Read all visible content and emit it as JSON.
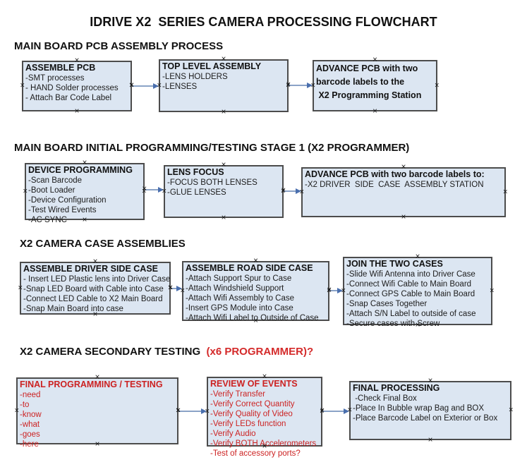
{
  "title": "IDRIVE X2  SERIES CAMERA PROCESSING FLOWCHART",
  "handle_glyph": "×",
  "colors": {
    "background": "#ffffff",
    "box_fill": "#dce6f2",
    "box_border": "#4c4c4c",
    "arrow_line": "#8ba3c7",
    "arrow_head": "#4a6fae",
    "red_text": "#cc2222",
    "heading_red": "#d42a2a",
    "text": "#111111"
  },
  "sections": [
    {
      "heading": {
        "black": "MAIN BOARD PCB ASSEMBLY PROCESS",
        "red": ""
      },
      "boxes": [
        {
          "color": "black",
          "title_lines": [
            "ASSEMBLE PCB"
          ],
          "lines": [
            "-SMT processes",
            "- HAND Solder processes",
            "- Attach Bar Code Label"
          ]
        },
        {
          "color": "black",
          "title_lines": [
            "TOP LEVEL ASSEMBLY"
          ],
          "lines": [
            "-LENS HOLDERS",
            "-LENSES"
          ]
        },
        {
          "color": "black",
          "title_lines": [
            "ADVANCE PCB with two",
            "barcode labels to the",
            " X2 Programming Station"
          ],
          "lines": []
        }
      ]
    },
    {
      "heading": {
        "black": "MAIN BOARD INITIAL PROGRAMMING/TESTING STAGE 1 (X2 PROGRAMMER)",
        "red": ""
      },
      "boxes": [
        {
          "color": "black",
          "title_lines": [
            "DEVICE PROGRAMMING"
          ],
          "lines": [
            "-Scan Barcode",
            "-Boot Loader",
            "-Device Configuration",
            "-Test Wired Events",
            "-AC SYNC"
          ]
        },
        {
          "color": "black",
          "title_lines": [
            "LENS FOCUS"
          ],
          "lines": [
            "-FOCUS BOTH LENSES",
            "-GLUE LENSES"
          ]
        },
        {
          "color": "black",
          "title_lines": [
            "ADVANCE PCB with two barcode labels to:"
          ],
          "lines": [
            "-X2 DRIVER  SIDE  CASE  ASSEMBLY STATION"
          ]
        }
      ]
    },
    {
      "heading": {
        "black": "X2 CAMERA CASE ASSEMBLIES",
        "red": ""
      },
      "boxes": [
        {
          "color": "black",
          "title_lines": [
            "ASSEMBLE DRIVER SIDE CASE"
          ],
          "lines": [
            "- Insert LED Plastic lens into Driver Case",
            "-Snap LED Board with Cable into Case",
            "-Connect LED Cable to X2 Main Board",
            "-Snap Main Board into case"
          ]
        },
        {
          "color": "black",
          "title_lines": [
            "ASSEMBLE ROAD SIDE CASE"
          ],
          "lines": [
            "-Attach Support Spur to Case",
            "-Attach Windshield Support",
            "-Attach Wifi Assembly to Case",
            "-Insert GPS Module into Case",
            "-Attach Wifi Label to Outside of Case"
          ]
        },
        {
          "color": "black",
          "title_lines": [
            "JOIN THE TWO CASES"
          ],
          "lines": [
            "-Slide Wifi Antenna into Driver Case",
            "-Connect Wifi Cable to Main Board",
            "-Connect GPS Cable to Main Board",
            "-Snap Cases Together",
            "-Attach S/N Label to outside of case",
            "-Secure cases with Screw"
          ]
        }
      ]
    },
    {
      "heading": {
        "black": "X2 CAMERA SECONDARY TESTING ",
        "red": " (x6 PROGRAMMER)?"
      },
      "boxes": [
        {
          "color": "red",
          "title_lines": [
            "FINAL PROGRAMMING / TESTING"
          ],
          "lines": [
            "-need",
            "-to",
            "-know",
            "-what",
            "-goes",
            "-here"
          ]
        },
        {
          "color": "red",
          "title_lines": [
            "REVIEW OF EVENTS"
          ],
          "lines": [
            "-Verify Transfer",
            "-Verify Correct Quantity",
            "-Verify Quality of Video",
            "-Verify LEDs function",
            "-Verify Audio",
            "-Verify BOTH Accelerometers",
            "-Test of accessory ports?"
          ]
        },
        {
          "color": "black",
          "title_lines": [
            "FINAL PROCESSING"
          ],
          "lines": [
            " -Check Final Box",
            "-Place In Bubble wrap Bag and BOX",
            "-Place Barcode Label on Exterior or Box"
          ]
        }
      ]
    }
  ]
}
